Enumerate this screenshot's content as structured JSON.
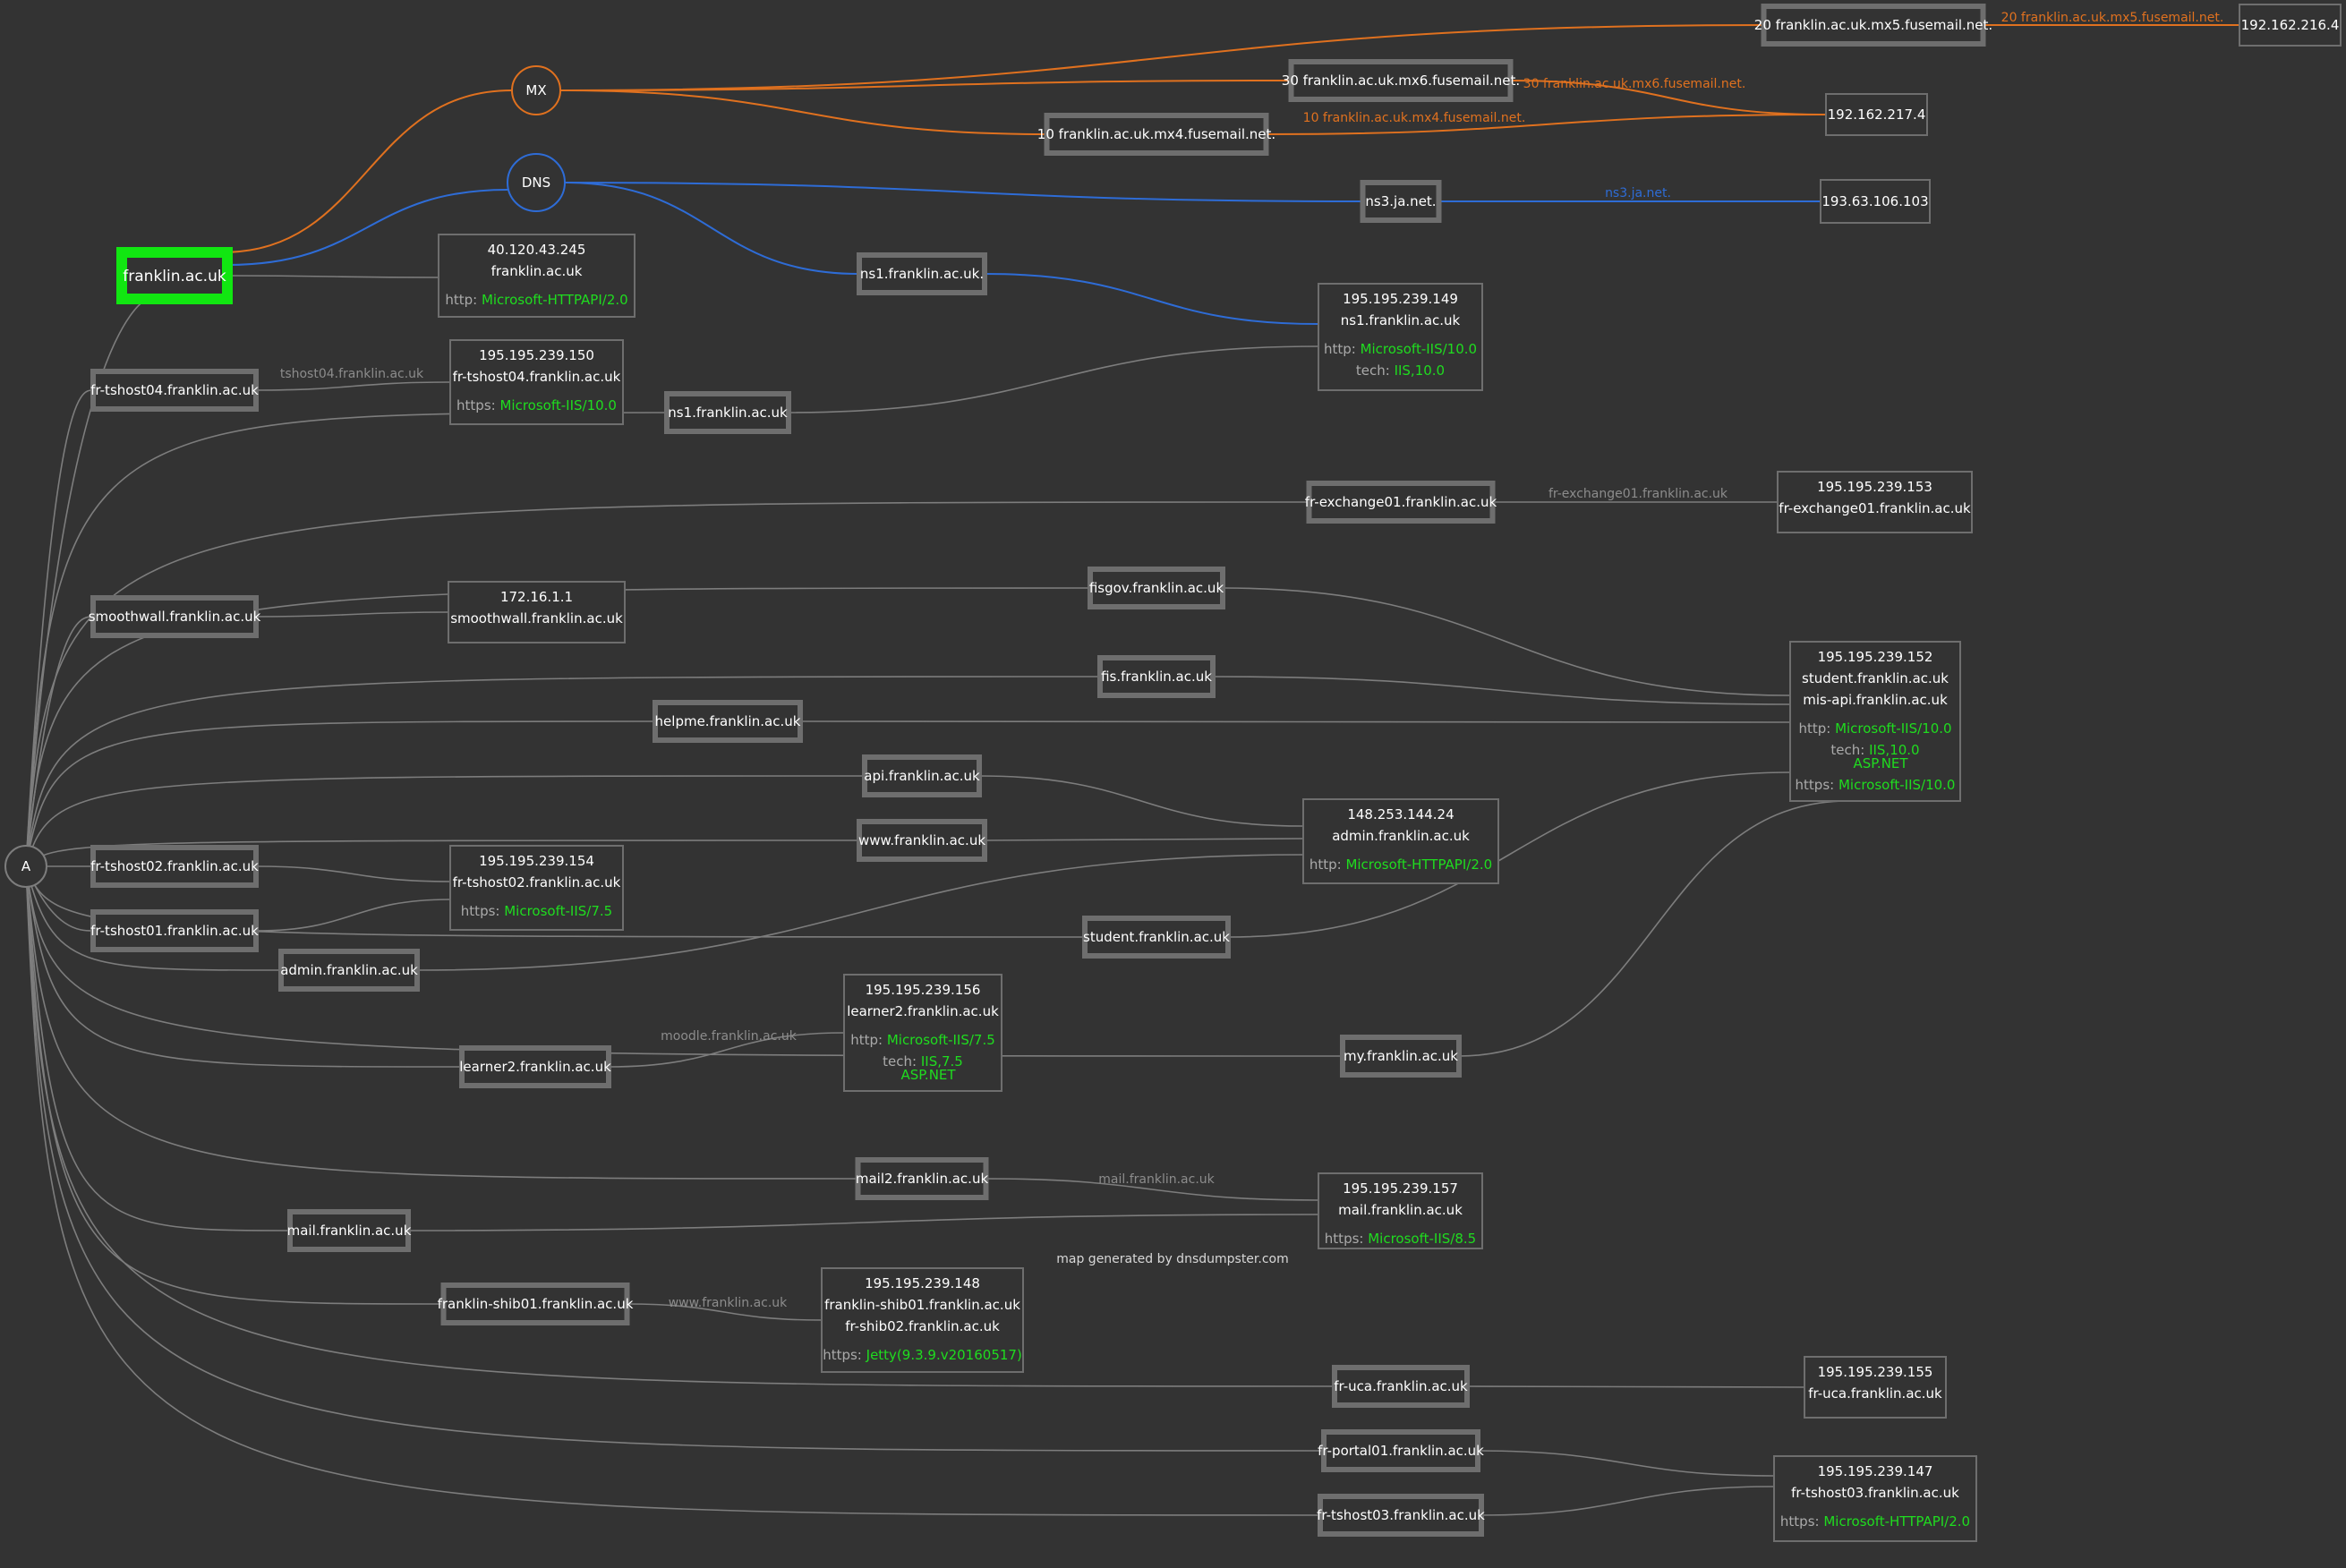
{
  "footer": "map generated by dnsdumpster.com",
  "record_groups": {
    "mx": "MX",
    "dns": "DNS",
    "a": "A"
  },
  "root_domain": "franklin.ac.uk",
  "colors": {
    "mx": "#e0711f",
    "dns": "#2e6cd6",
    "root_border": "#11e611",
    "tech_value": "#1fdc1f"
  },
  "ip_nodes": {
    "ip_162_216_4": {
      "ip": "192.162.216.4",
      "lines": []
    },
    "ip_162_217_4": {
      "ip": "192.162.217.4",
      "lines": []
    },
    "ip_63_106_103": {
      "ip": "193.63.106.103",
      "lines": []
    },
    "ip_120_43_245": {
      "ip": "40.120.43.245",
      "lines": [
        "franklin.ac.uk"
      ],
      "attrs": [
        [
          "http: ",
          "Microsoft-HTTPAPI/2.0"
        ]
      ]
    },
    "ip_239_149": {
      "ip": "195.195.239.149",
      "lines": [
        "ns1.franklin.ac.uk"
      ],
      "attrs": [
        [
          "http: ",
          "Microsoft-IIS/10.0"
        ],
        [
          "tech: ",
          "IIS,10.0"
        ]
      ]
    },
    "ip_239_150": {
      "ip": "195.195.239.150",
      "lines": [
        "fr-tshost04.franklin.ac.uk"
      ],
      "attrs": [
        [
          "https: ",
          "Microsoft-IIS/10.0"
        ]
      ]
    },
    "ip_239_153": {
      "ip": "195.195.239.153",
      "lines": [
        "fr-exchange01.franklin.ac.uk"
      ],
      "attrs": []
    },
    "ip_16_1_1": {
      "ip": "172.16.1.1",
      "lines": [
        "smoothwall.franklin.ac.uk"
      ],
      "attrs": []
    },
    "ip_239_152": {
      "ip": "195.195.239.152",
      "lines": [
        "student.franklin.ac.uk",
        "mis-api.franklin.ac.uk"
      ],
      "attrs": [
        [
          "http: ",
          "Microsoft-IIS/10.0"
        ],
        [
          "tech: ",
          "IIS,10.0",
          "ASP.NET"
        ],
        [
          "https: ",
          "Microsoft-IIS/10.0"
        ]
      ]
    },
    "ip_144_24": {
      "ip": "148.253.144.24",
      "lines": [
        "admin.franklin.ac.uk"
      ],
      "attrs": [
        [
          "http: ",
          "Microsoft-HTTPAPI/2.0"
        ]
      ]
    },
    "ip_239_154": {
      "ip": "195.195.239.154",
      "lines": [
        "fr-tshost02.franklin.ac.uk"
      ],
      "attrs": [
        [
          "https: ",
          "Microsoft-IIS/7.5"
        ]
      ]
    },
    "ip_239_156": {
      "ip": "195.195.239.156",
      "lines": [
        "learner2.franklin.ac.uk"
      ],
      "attrs": [
        [
          "http: ",
          "Microsoft-IIS/7.5"
        ],
        [
          "tech: ",
          "IIS,7.5",
          "ASP.NET"
        ]
      ]
    },
    "ip_239_157": {
      "ip": "195.195.239.157",
      "lines": [
        "mail.franklin.ac.uk"
      ],
      "attrs": [
        [
          "https: ",
          "Microsoft-IIS/8.5"
        ]
      ]
    },
    "ip_239_148": {
      "ip": "195.195.239.148",
      "lines": [
        "franklin-shib01.franklin.ac.uk",
        "fr-shib02.franklin.ac.uk"
      ],
      "attrs": [
        [
          "https: ",
          "Jetty(9.3.9.v20160517)"
        ]
      ]
    },
    "ip_239_155": {
      "ip": "195.195.239.155",
      "lines": [
        "fr-uca.franklin.ac.uk"
      ],
      "attrs": []
    },
    "ip_239_147": {
      "ip": "195.195.239.147",
      "lines": [
        "fr-tshost03.franklin.ac.uk"
      ],
      "attrs": [
        [
          "https: ",
          "Microsoft-HTTPAPI/2.0"
        ]
      ]
    }
  },
  "host_nodes": {
    "mx5": "20 franklin.ac.uk.mx5.fusemail.net.",
    "mx6": "30 franklin.ac.uk.mx6.fusemail.net.",
    "mx4": "10 franklin.ac.uk.mx4.fusemail.net.",
    "ns3": "ns3.ja.net.",
    "ns1_dot": "ns1.franklin.ac.uk.",
    "fr_tshost04": "fr-tshost04.franklin.ac.uk",
    "ns1": "ns1.franklin.ac.uk",
    "fr_exchange01": "fr-exchange01.franklin.ac.uk",
    "smoothwall": "smoothwall.franklin.ac.uk",
    "fisgov": "fisgov.franklin.ac.uk",
    "fis": "fis.franklin.ac.uk",
    "helpme": "helpme.franklin.ac.uk",
    "api": "api.franklin.ac.uk",
    "www": "www.franklin.ac.uk",
    "fr_tshost02": "fr-tshost02.franklin.ac.uk",
    "fr_tshost01": "fr-tshost01.franklin.ac.uk",
    "student": "student.franklin.ac.uk",
    "admin": "admin.franklin.ac.uk",
    "learner2": "learner2.franklin.ac.uk",
    "my": "my.franklin.ac.uk",
    "mail2": "mail2.franklin.ac.uk",
    "mail": "mail.franklin.ac.uk",
    "franklin_shib01": "franklin-shib01.franklin.ac.uk",
    "fr_uca": "fr-uca.franklin.ac.uk",
    "fr_portal01": "fr-portal01.franklin.ac.uk",
    "fr_tshost03": "fr-tshost03.franklin.ac.uk"
  },
  "edge_labels": {
    "mx5": "20 franklin.ac.uk.mx5.fusemail.net.",
    "mx6": "30 franklin.ac.uk.mx6.fusemail.net.",
    "mx4": "10 franklin.ac.uk.mx4.fusemail.net.",
    "ns3": "ns3.ja.net.",
    "tshost04": "tshost04.franklin.ac.uk",
    "exchange01": "fr-exchange01.franklin.ac.uk",
    "moodle": "moodle.franklin.ac.uk",
    "mail": "mail.franklin.ac.uk",
    "www": "www.franklin.ac.uk"
  }
}
